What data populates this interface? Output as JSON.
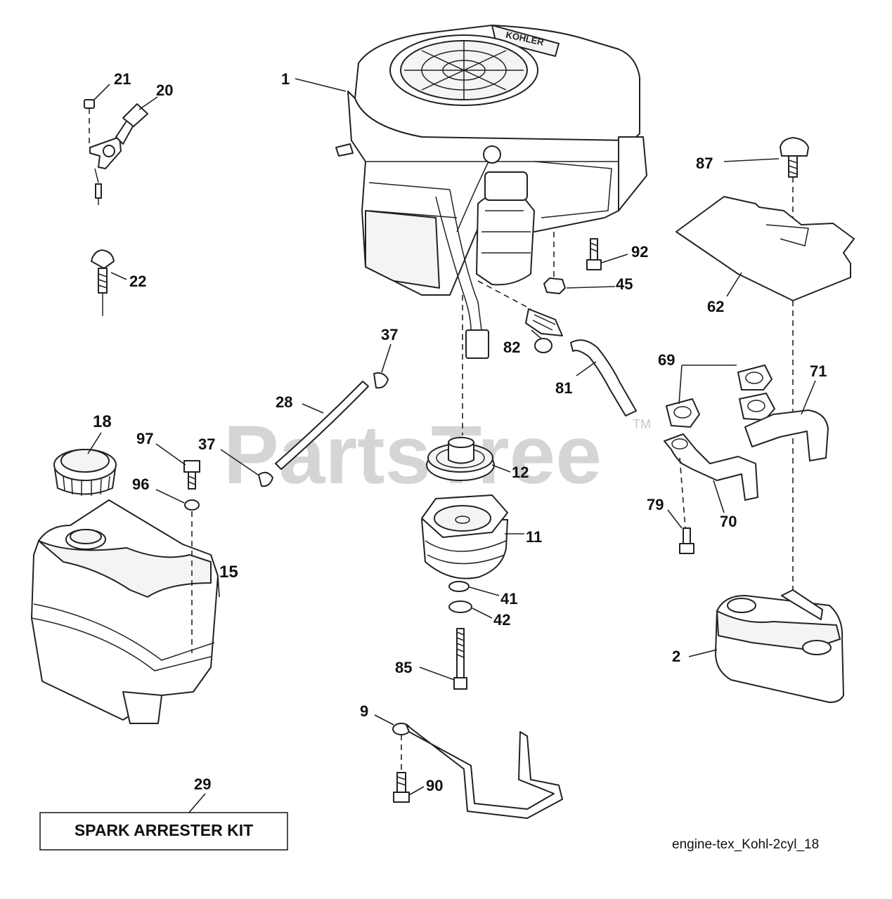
{
  "watermark": {
    "text": "PartsTree",
    "trademark": "TM"
  },
  "engine_brand": "KOHLER",
  "callouts": [
    {
      "id": "c1",
      "label": "1"
    },
    {
      "id": "c2",
      "label": "2"
    },
    {
      "id": "c9",
      "label": "9"
    },
    {
      "id": "c11",
      "label": "11"
    },
    {
      "id": "c12",
      "label": "12"
    },
    {
      "id": "c15",
      "label": "15"
    },
    {
      "id": "c18",
      "label": "18"
    },
    {
      "id": "c20",
      "label": "20"
    },
    {
      "id": "c21",
      "label": "21"
    },
    {
      "id": "c22",
      "label": "22"
    },
    {
      "id": "c28",
      "label": "28"
    },
    {
      "id": "c29",
      "label": "29"
    },
    {
      "id": "c37a",
      "label": "37"
    },
    {
      "id": "c37b",
      "label": "37"
    },
    {
      "id": "c41",
      "label": "41"
    },
    {
      "id": "c42",
      "label": "42"
    },
    {
      "id": "c45",
      "label": "45"
    },
    {
      "id": "c62",
      "label": "62"
    },
    {
      "id": "c69",
      "label": "69"
    },
    {
      "id": "c70",
      "label": "70"
    },
    {
      "id": "c71",
      "label": "71"
    },
    {
      "id": "c79",
      "label": "79"
    },
    {
      "id": "c81",
      "label": "81"
    },
    {
      "id": "c82",
      "label": "82"
    },
    {
      "id": "c85",
      "label": "85"
    },
    {
      "id": "c87",
      "label": "87"
    },
    {
      "id": "c90",
      "label": "90"
    },
    {
      "id": "c92",
      "label": "92"
    },
    {
      "id": "c96",
      "label": "96"
    },
    {
      "id": "c97",
      "label": "97"
    }
  ],
  "kit_label": "SPARK ARRESTER KIT",
  "diagram_ref": "engine-tex_Kohl-2cyl_18"
}
